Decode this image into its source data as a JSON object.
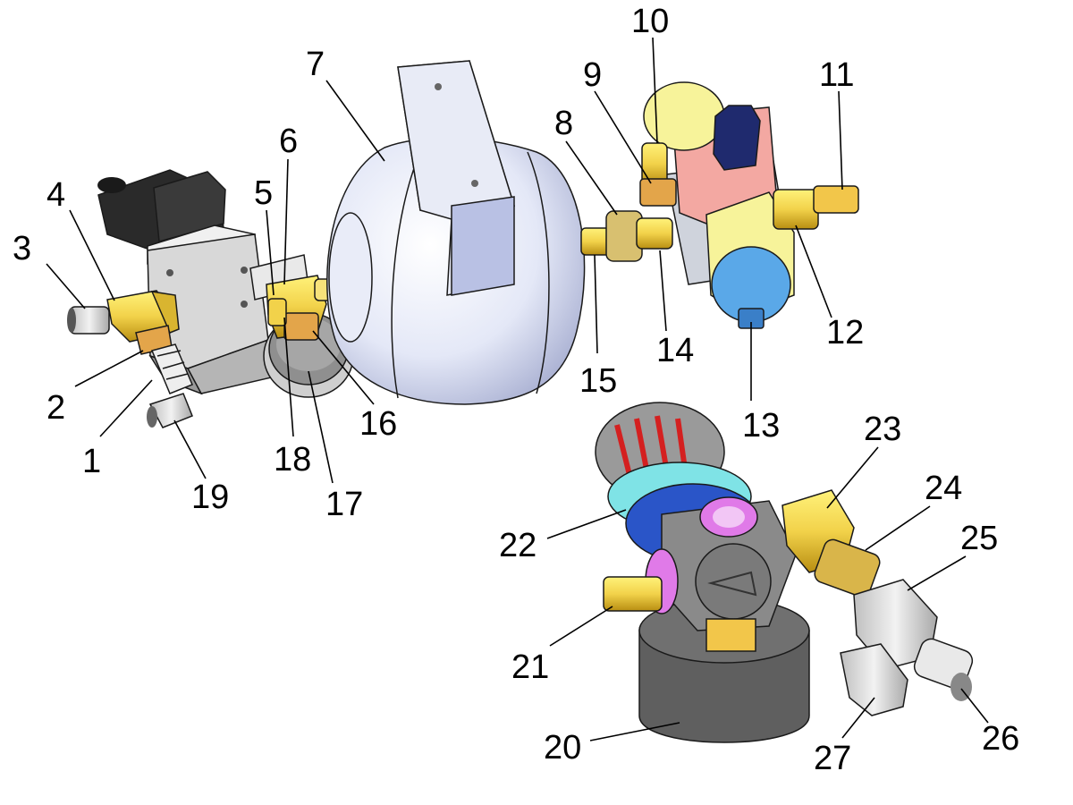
{
  "parts": [
    {
      "id": "1",
      "text": "1"
    },
    {
      "id": "2",
      "text": "2"
    },
    {
      "id": "3",
      "text": "3"
    },
    {
      "id": "4",
      "text": "4"
    },
    {
      "id": "5",
      "text": "5"
    },
    {
      "id": "6",
      "text": "6"
    },
    {
      "id": "7",
      "text": "7"
    },
    {
      "id": "8",
      "text": "8"
    },
    {
      "id": "9",
      "text": "9"
    },
    {
      "id": "10",
      "text": "10"
    },
    {
      "id": "11",
      "text": "11"
    },
    {
      "id": "12",
      "text": "12"
    },
    {
      "id": "13",
      "text": "13"
    },
    {
      "id": "14",
      "text": "14"
    },
    {
      "id": "15",
      "text": "15"
    },
    {
      "id": "16",
      "text": "16"
    },
    {
      "id": "17",
      "text": "17"
    },
    {
      "id": "18",
      "text": "18"
    },
    {
      "id": "19",
      "text": "19"
    },
    {
      "id": "20",
      "text": "20"
    },
    {
      "id": "21",
      "text": "21"
    },
    {
      "id": "22",
      "text": "22"
    },
    {
      "id": "23",
      "text": "23"
    },
    {
      "id": "24",
      "text": "24"
    },
    {
      "id": "25",
      "text": "25"
    },
    {
      "id": "26",
      "text": "26"
    },
    {
      "id": "27",
      "text": "27"
    }
  ],
  "colors": {
    "brass": "#f2d24a",
    "brass_dark": "#c9a21c",
    "copper": "#e3a54a",
    "tank": "#e4e8f7",
    "steel": "#d0d0d0",
    "dark_gray": "#6a6a6a",
    "black": "#2a2a2a",
    "pale_yellow": "#f7f39a",
    "blue_bowl": "#5aa8e8",
    "navy_knob": "#1f2a6e",
    "pink": "#f3a8a2",
    "violet_ring": "#e07ae8",
    "cyan_ring": "#7fe3e6",
    "blue_ring": "#2a55c8",
    "red_stripe": "#d42020"
  }
}
